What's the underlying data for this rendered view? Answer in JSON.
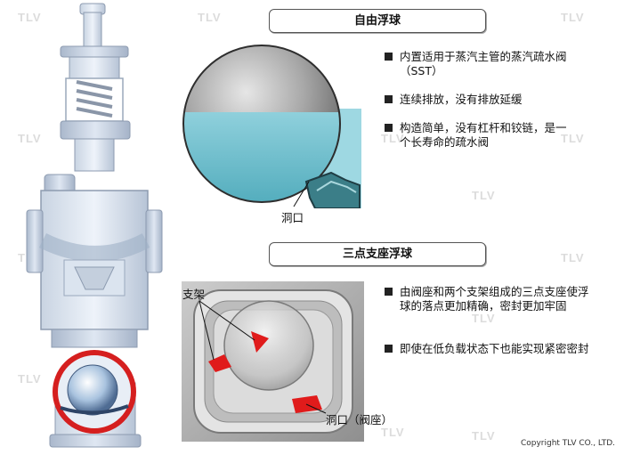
{
  "sections": [
    {
      "title": "自由浮球",
      "bullets": [
        "内置适用于蒸汽主管的蒸汽疏水阀（SST）",
        "连续排放，没有排放延缓",
        "构造简单，没有杠杆和铰链，是一个长寿命的疏水阀"
      ],
      "label": "洞口"
    },
    {
      "title": "三点支座浮球",
      "bullets": [
        "由阀座和两个支架组成的三点支座使浮球的落点更加精确，密封更加牢固",
        "即使在低负载状态下也能实现紧密密封"
      ],
      "label_support": "支架",
      "label_orifice": "洞口（阀座）"
    }
  ],
  "watermark": "TLV",
  "copyright": "Copyright TLV CO., LTD."
}
